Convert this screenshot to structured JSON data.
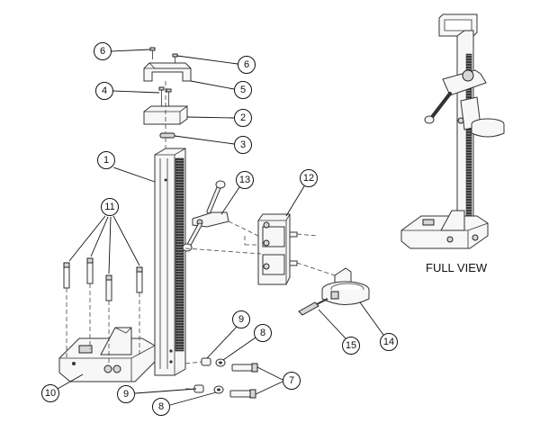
{
  "view_label": "FULL VIEW",
  "callouts": [
    {
      "id": "c1",
      "label": "1"
    },
    {
      "id": "c2",
      "label": "2"
    },
    {
      "id": "c3",
      "label": "3"
    },
    {
      "id": "c4",
      "label": "4"
    },
    {
      "id": "c5",
      "label": "5"
    },
    {
      "id": "c6a",
      "label": "6"
    },
    {
      "id": "c6b",
      "label": "6"
    },
    {
      "id": "c7",
      "label": "7"
    },
    {
      "id": "c8a",
      "label": "8"
    },
    {
      "id": "c8b",
      "label": "8"
    },
    {
      "id": "c9a",
      "label": "9"
    },
    {
      "id": "c9b",
      "label": "9"
    },
    {
      "id": "c10",
      "label": "10"
    },
    {
      "id": "c11",
      "label": "11"
    },
    {
      "id": "c12",
      "label": "12"
    },
    {
      "id": "c13",
      "label": "13"
    },
    {
      "id": "c14",
      "label": "14"
    },
    {
      "id": "c15",
      "label": "15"
    }
  ]
}
